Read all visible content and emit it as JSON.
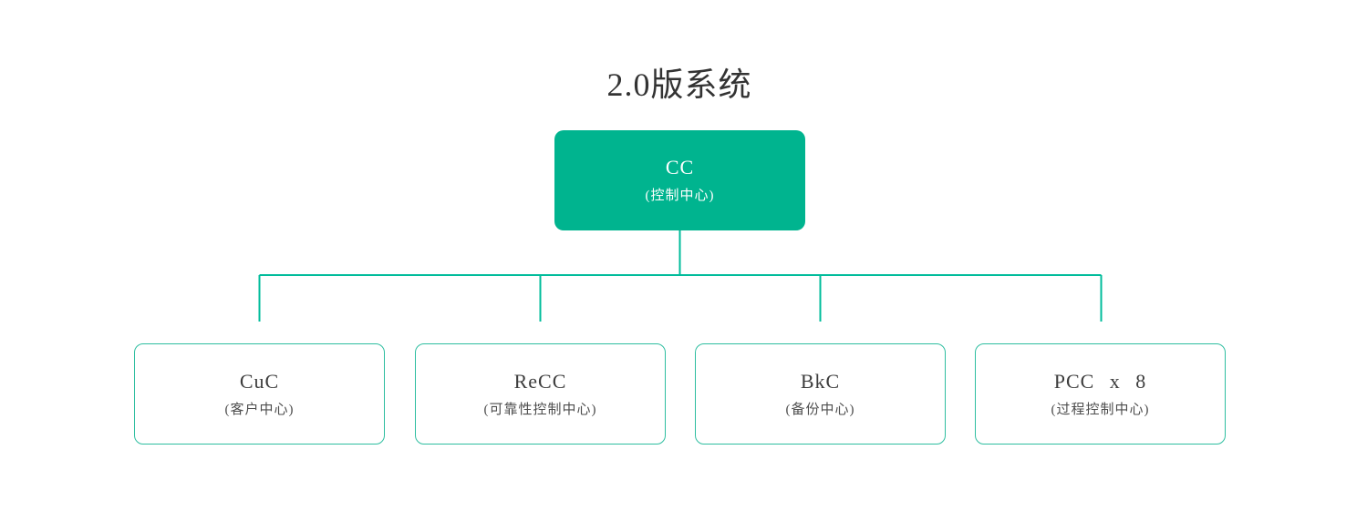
{
  "title": "2.0版系统",
  "colors": {
    "node_fill": "#00b48f",
    "line": "#00bc9b",
    "child_border": "#2ebea0",
    "title_text": "#333333",
    "label_text": "#3d3d3d",
    "sublabel_text": "#4d4d4d"
  },
  "root": {
    "label": "CC",
    "sublabel": "(控制中心)"
  },
  "children": [
    {
      "label": "CuC",
      "sublabel": "(客户中心)"
    },
    {
      "label": "ReCC",
      "sublabel": "(可靠性控制中心)"
    },
    {
      "label": "BkC",
      "sublabel": "(备份中心)"
    },
    {
      "label": "PCC x 8",
      "sublabel": "(过程控制中心)"
    }
  ],
  "chart_data": {
    "type": "tree",
    "title": "2.0版系统",
    "root": {
      "id": "CC",
      "name": "(控制中心)"
    },
    "nodes": [
      {
        "id": "CuC",
        "name": "(客户中心)",
        "parent": "CC"
      },
      {
        "id": "ReCC",
        "name": "(可靠性控制中心)",
        "parent": "CC"
      },
      {
        "id": "BkC",
        "name": "(备份中心)",
        "parent": "CC"
      },
      {
        "id": "PCC x 8",
        "name": "(过程控制中心)",
        "parent": "CC"
      }
    ]
  }
}
